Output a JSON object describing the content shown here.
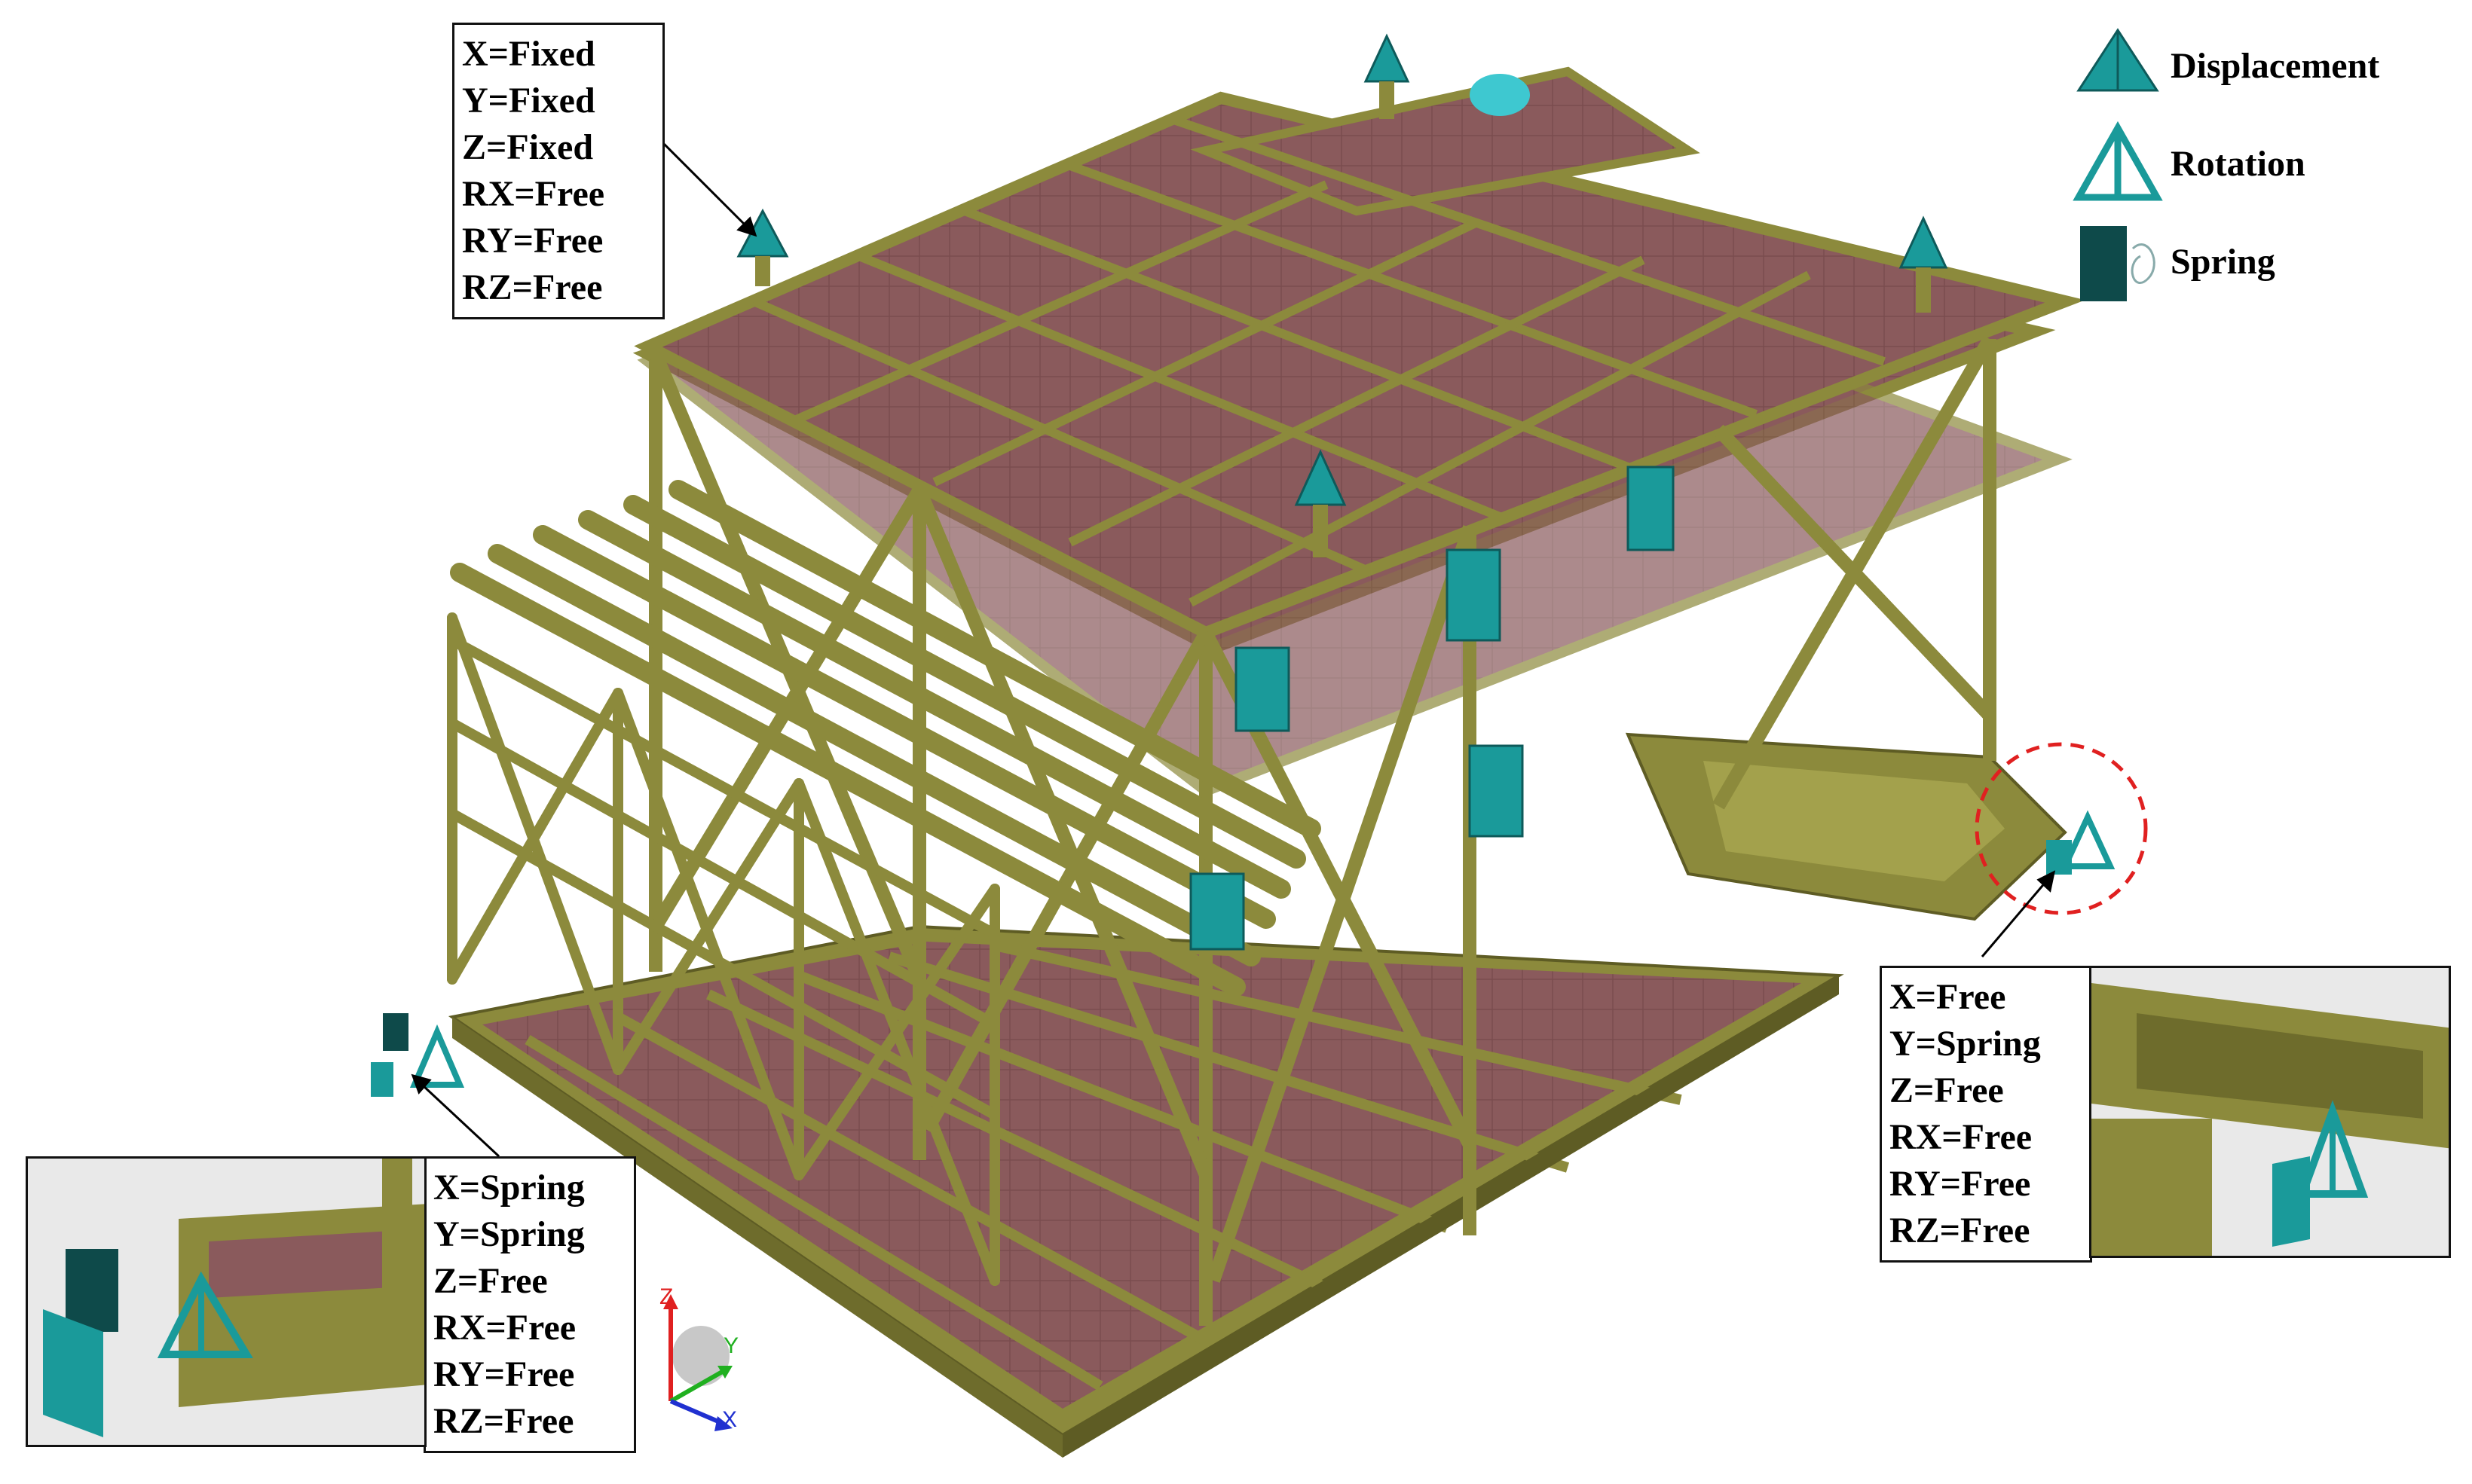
{
  "legend": {
    "displacement_label": "Displacement",
    "rotation_label": "Rotation",
    "spring_label": "Spring"
  },
  "callouts": {
    "top_support": [
      "X=Fixed",
      "Y=Fixed",
      "Z=Fixed",
      "RX=Free",
      "RY=Free",
      "RZ=Free"
    ],
    "right_support": [
      "X=Free",
      "Y=Spring",
      "Z=Free",
      "RX=Free",
      "RY=Free",
      "RZ=Free"
    ],
    "left_support": [
      "X=Spring",
      "Y=Spring",
      "Z=Free",
      "RX=Free",
      "RY=Free",
      "RZ=Free"
    ]
  },
  "axes": {
    "z": "Z",
    "y": "Y",
    "x": "X"
  },
  "colors": {
    "steel": "#8c8a3c",
    "steel_dark": "#5e5c24",
    "deck_plate": "#8a5a5c",
    "support_marker": "#1a9a9a",
    "spring_marker": "#0e4a4a",
    "highlight_circle": "#e02020",
    "axis_z": "#e02020",
    "axis_y": "#20b020",
    "axis_x": "#2030d0"
  }
}
